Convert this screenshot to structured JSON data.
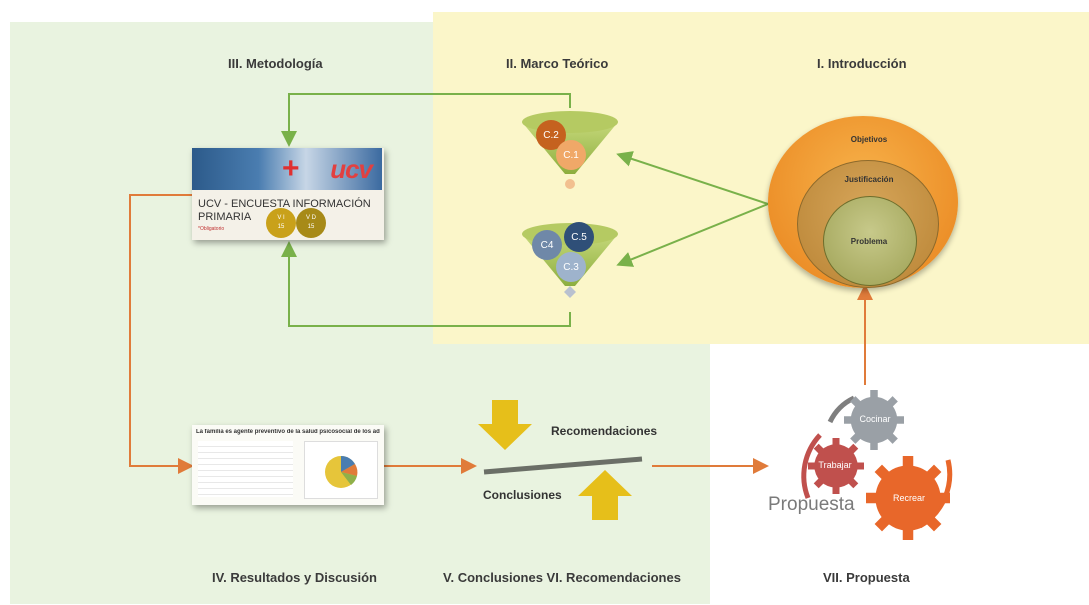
{
  "headers": {
    "metodologia": "III. Metodología",
    "marco_teorico": "II. Marco Teórico",
    "introduccion": "I. Introducción",
    "resultados": "IV. Resultados y Discusión",
    "conclusiones_recomendaciones": "V. Conclusiones  VI. Recomendaciones",
    "propuesta": "VII. Propuesta"
  },
  "funnel_top": {
    "c2": "C.2",
    "c1": "C.1"
  },
  "funnel_bottom": {
    "c4": "C4",
    "c5": "C.5",
    "c3": "C.3"
  },
  "intro_circles": {
    "outer": "Objetivos",
    "middle": "Justificación",
    "inner": "Problema"
  },
  "survey": {
    "title_line1": "UCV - ENCUESTA INFORMACIÓN",
    "title_line2": "PRIMARIA",
    "subtitle": "*Obligatorio",
    "vi": "V I",
    "vi_n": "15",
    "vd": "V D",
    "vd_n": "15"
  },
  "report": {
    "title": "La familia es agente preventivo de la salud psicosocial de los adolescentes"
  },
  "balance": {
    "recomendaciones": "Recomendaciones",
    "conclusiones": "Conclusiones"
  },
  "gears": {
    "cocinar": "Cocinar",
    "trabajar": "Trabajar",
    "recrear": "Recrear",
    "propuesta": "Propuesta"
  },
  "colors": {
    "green_arrow": "#79b14a",
    "orange_arrow": "#e07b3a",
    "orange_circle": "#f39a2e",
    "funnel": "#a9c25a",
    "gear_gray": "#9aa0a6",
    "gear_red": "#c0504d",
    "gear_orange": "#e8672a",
    "yellow_arrow": "#e6bf1a"
  }
}
